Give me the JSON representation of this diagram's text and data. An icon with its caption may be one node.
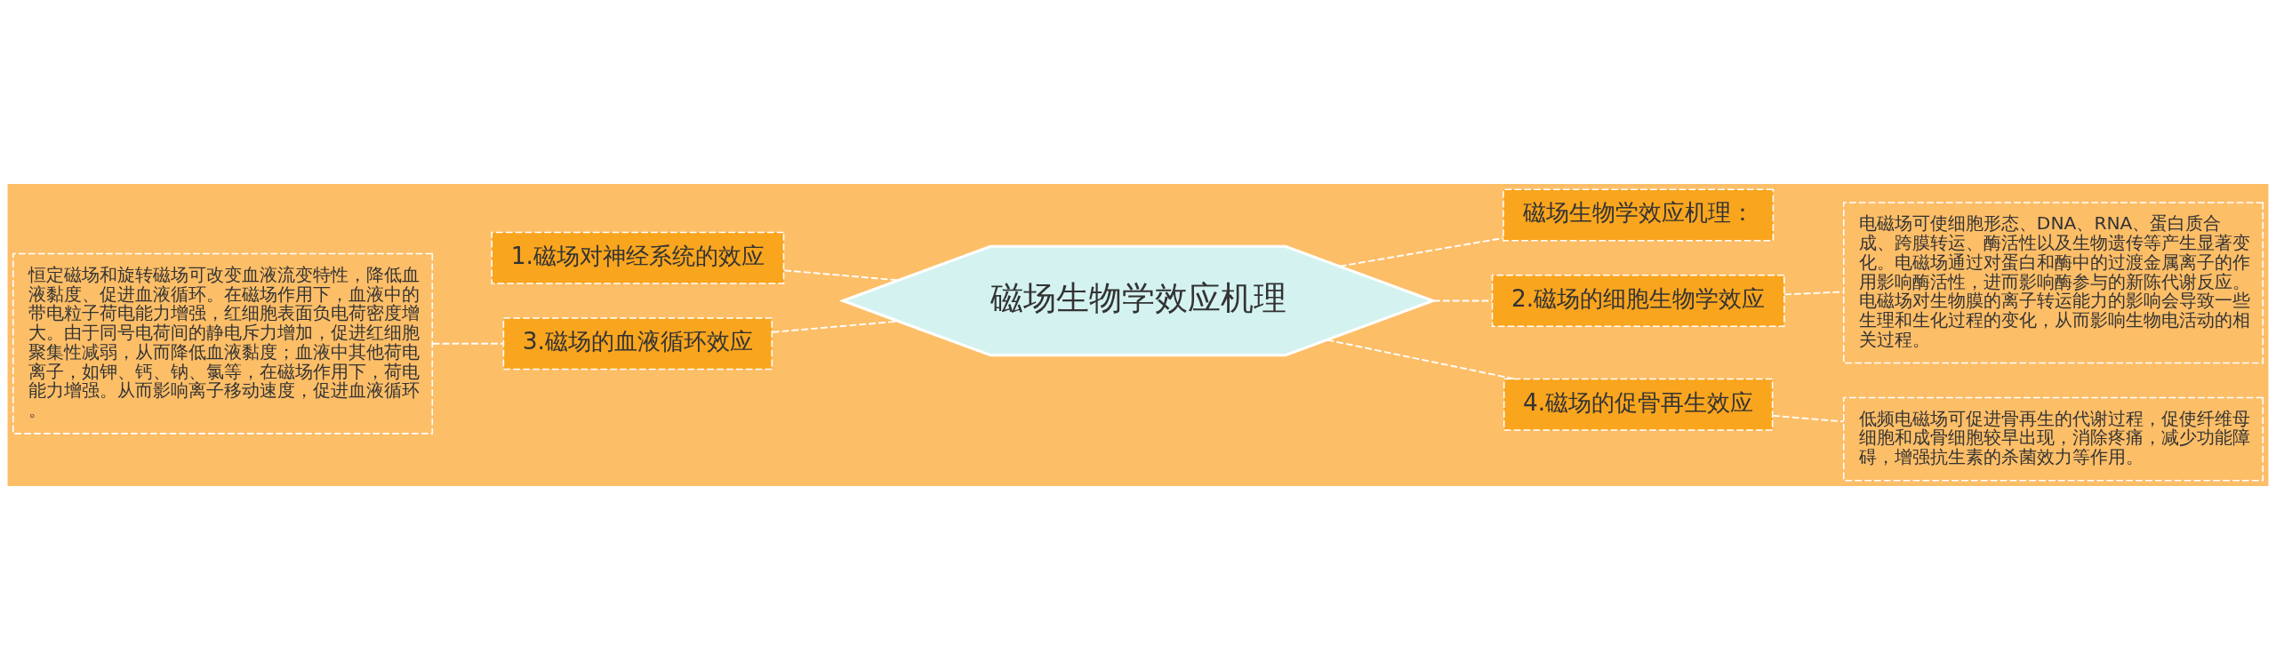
{
  "diagram": {
    "nodes": [
      {
        "text": [
          "磁场生物学效应机理"
        ]
      },
      {
        "text": [
          "1.磁场对神经系统的效应"
        ]
      },
      {
        "text": [
          "3.磁场的血液循环效应"
        ]
      },
      {
        "text": [
          "恒定磁场和旋转磁场可改变血液流变特性，降低血液黏度、促进血液循环。在磁场作用下，血液中的带电粒子荷电能力增强，红细胞表面负电荷密度增大。由于同号电荷间的静电斥力增加，促进红细胞聚集性减弱，从而降低血液黏度；血液中其他荷电离子，如钾、钙、钠、氯等，在磁场作用下，荷电能力增强。从而影响离子移动速度，促进血液循环。"
        ]
      },
      {
        "text": [
          "磁场生物学效应机理："
        ]
      },
      {
        "text": [
          "2.磁场的细胞生物学效应"
        ]
      },
      {
        "text": [
          "电磁场可使细胞形态、DNA、RNA、蛋白质合成、跨膜转运、酶活性以及生物遗传等产生显著变化。电磁场通过对蛋白和酶中的过渡金属离子的作用影响酶活性，进而影响酶参与的新陈代谢反应。电磁场对生物膜的离子转运能力的影响会导致一些生理和生化过程的变化，从而影响生物电活动的相关过程。"
        ]
      },
      {
        "text": [
          "4.磁场的促骨再生效应"
        ]
      },
      {
        "text": [
          "低频电磁场可促进骨再生的代谢过程，促使纤维母细胞和成骨细胞较早出现，消除疼痛，减少功能障碍，增强抗生素的杀菌效力等作用。"
        ]
      }
    ],
    "edges": [
      {
        "from": 0,
        "to": 1,
        "arrow": "none",
        "style": "dashed"
      },
      {
        "from": 0,
        "to": 2,
        "arrow": "none",
        "style": "dashed"
      },
      {
        "from": 2,
        "to": 3,
        "arrow": "none",
        "style": "dashed"
      },
      {
        "from": 0,
        "to": 4,
        "arrow": "none",
        "style": "dashed"
      },
      {
        "from": 0,
        "to": 5,
        "arrow": "none",
        "style": "dashed"
      },
      {
        "from": 5,
        "to": 6,
        "arrow": "none",
        "style": "dashed"
      },
      {
        "from": 0,
        "to": 7,
        "arrow": "none",
        "style": "dashed"
      },
      {
        "from": 7,
        "to": 8,
        "arrow": "none",
        "style": "dashed"
      }
    ]
  }
}
